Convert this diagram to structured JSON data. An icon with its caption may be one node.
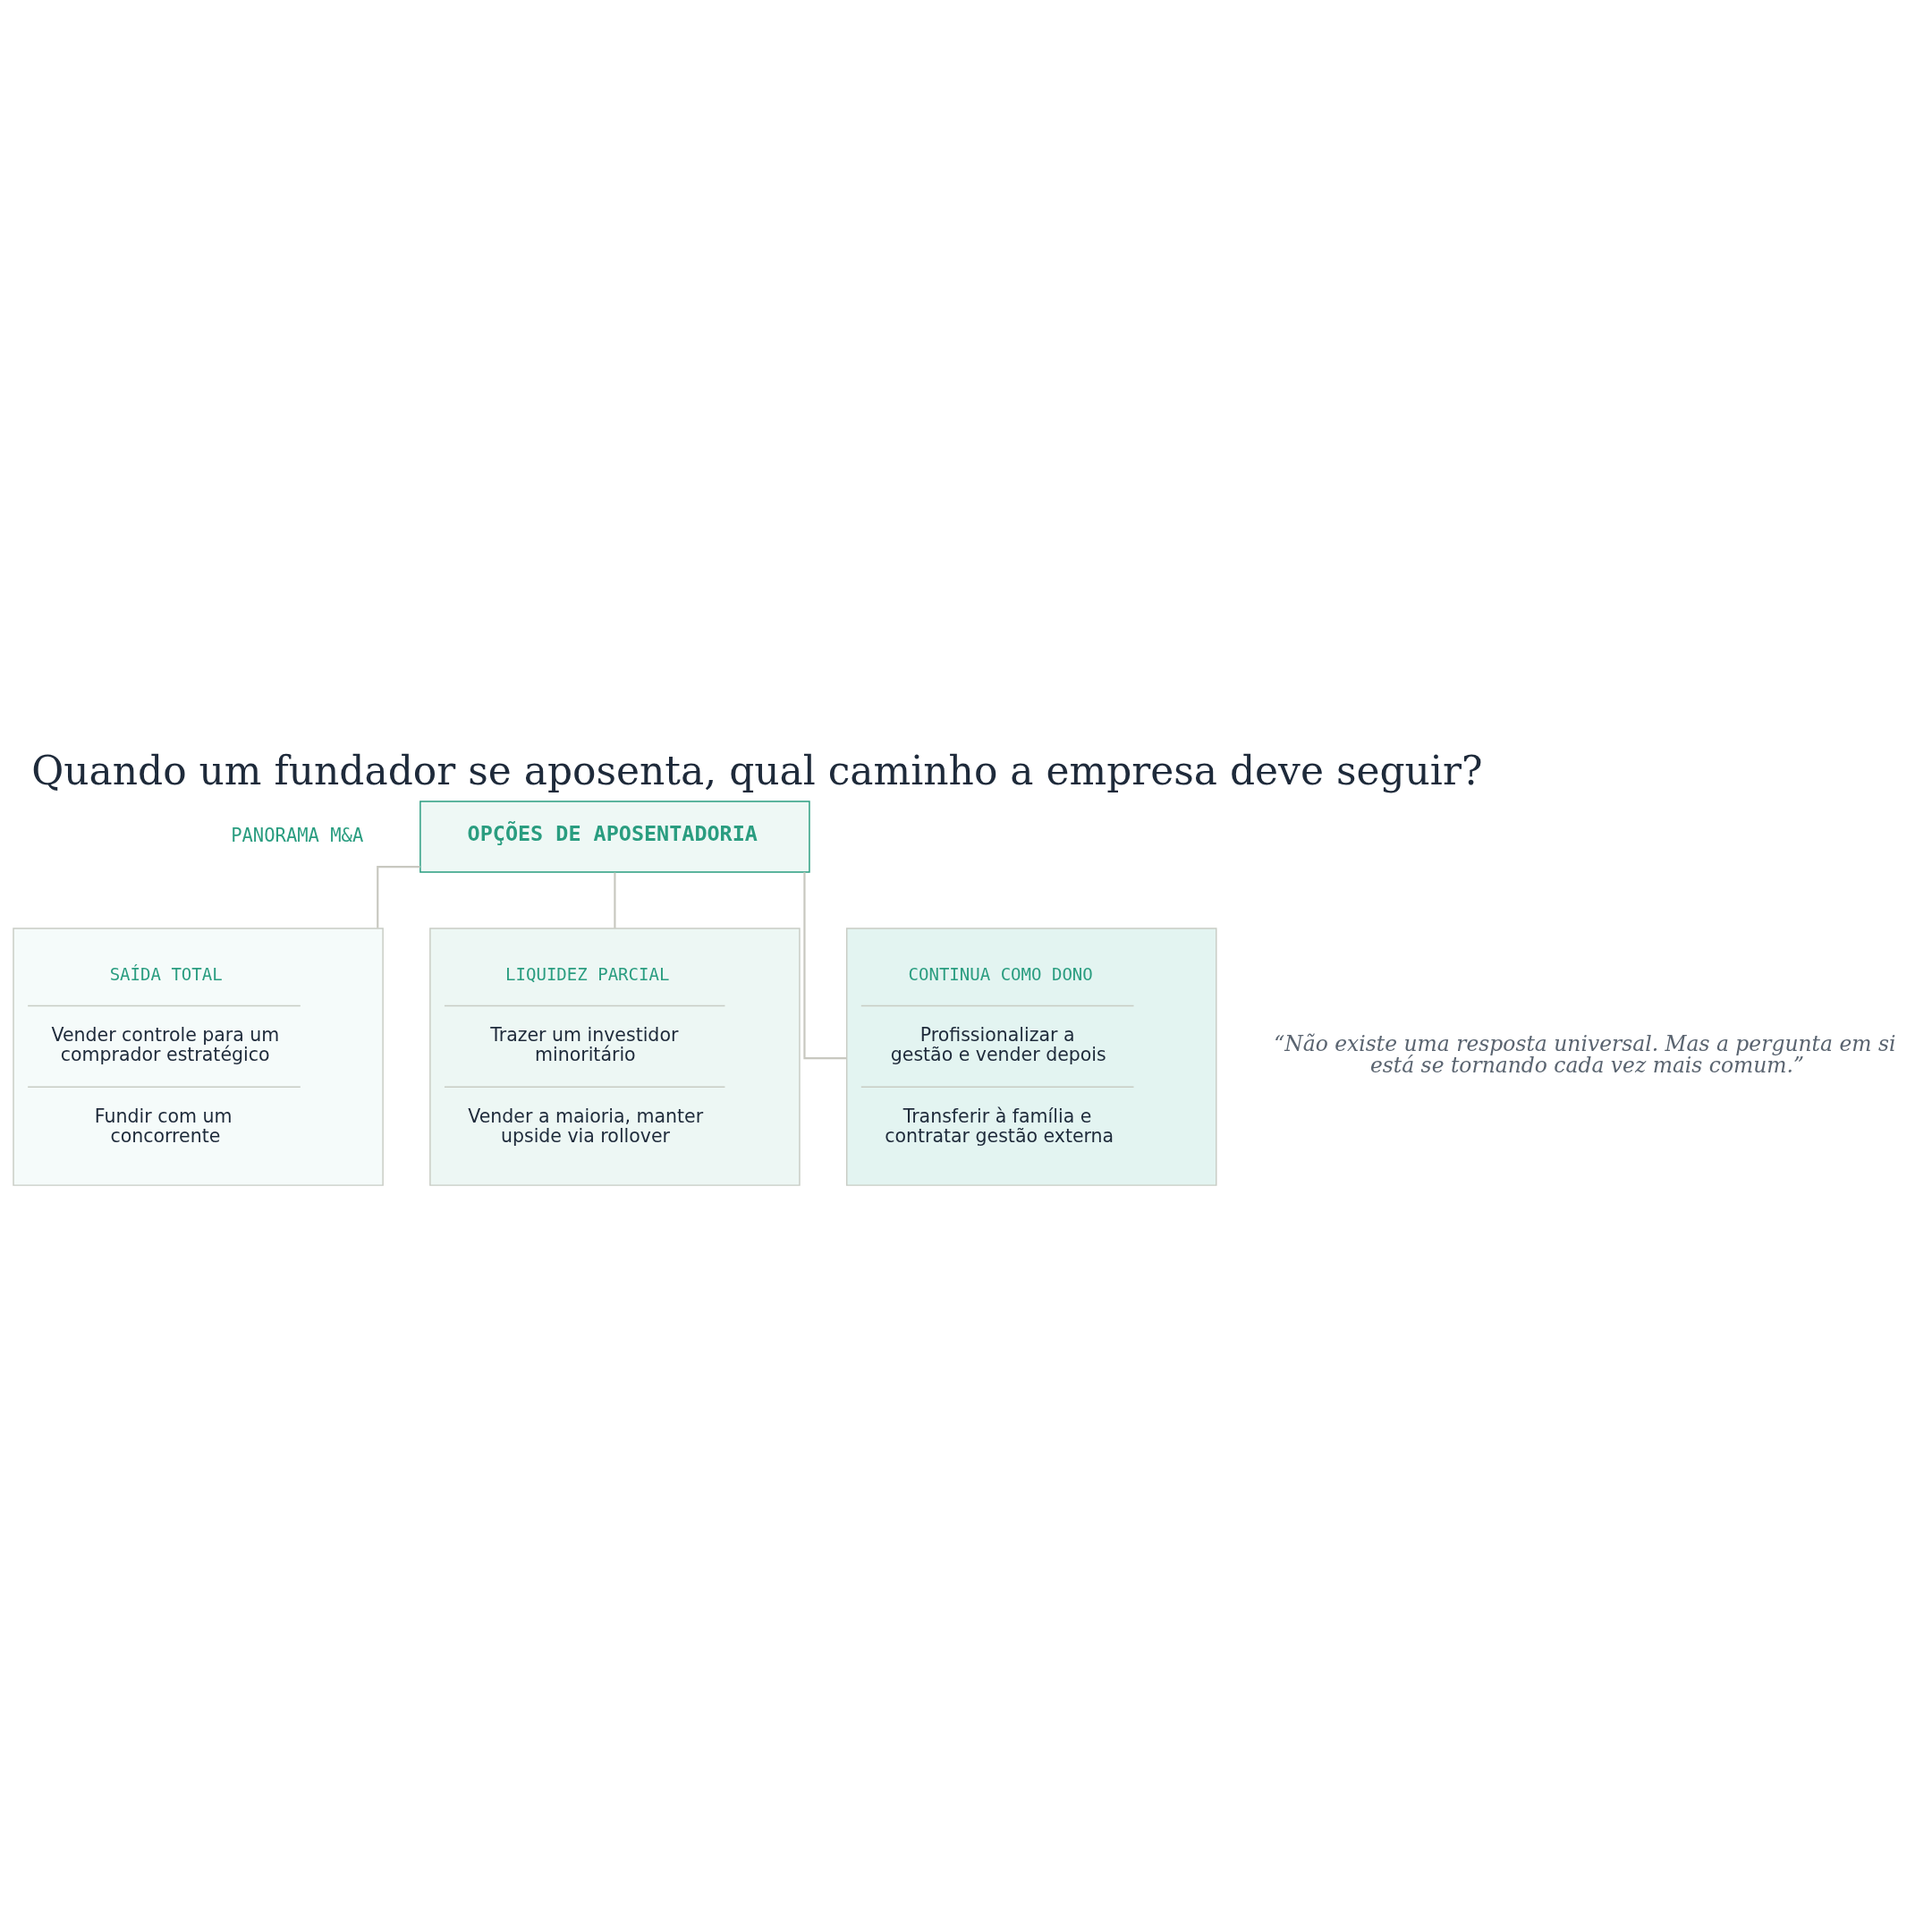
{
  "diagram": {
    "title": "Quando um fundador se aposenta, qual caminho a empresa deve seguir?",
    "caption": "“Não existe uma resposta universal. Mas a pergunta em si está se tornando cada vez mais comum.”",
    "nodes": [
      {
        "text": [
          "OPÇÕES DE APOSENTADORIA"
        ]
      },
      {
        "text": [
          "SAÍDA TOTAL",
          "Vender controle para um comprador estratégico",
          "Fundir com um concorrente"
        ]
      },
      {
        "text": [
          "LIQUIDEZ PARCIAL",
          "Trazer um investidor minoritário",
          "Vender a maioria, manter upside via rollover"
        ]
      },
      {
        "text": [
          "CONTINUA COMO DONO",
          "Profissionalizar a gestão e vender depois",
          "Transferir à família e contratar gestão externa"
        ]
      }
    ],
    "edges": [
      {
        "from": 0,
        "to": 1,
        "arrow": "none"
      },
      {
        "from": 0,
        "to": 2,
        "arrow": "none"
      },
      {
        "from": 0,
        "to": 3,
        "arrow": "none"
      }
    ],
    "labels": [
      "PANORAMA M&A"
    ]
  }
}
